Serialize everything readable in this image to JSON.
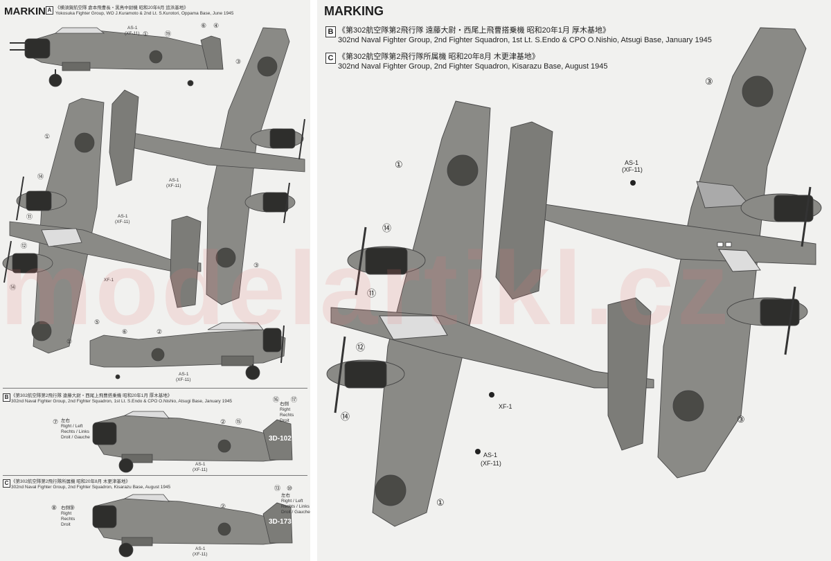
{
  "left": {
    "title": "MARKING",
    "a": {
      "letter": "A",
      "jp": "《横須賀航空隊 倉本飛曹長・黒鳥中尉機 昭和20年6月 追浜基地》",
      "en": "Yokosuka Fighter Group, WO J.Kuramoto & 2nd Lt. S.Kurotori, Oppama Base, June 1945"
    },
    "b": {
      "letter": "B",
      "jp": "《第302航空隊第2飛行隊 遠藤大尉・西尾上飛曹搭乗機 昭和20年1月 厚木基地》",
      "en": "302nd Naval Fighter Group, 2nd Fighter Squadron, 1st Lt. S.Endo & CPO O.Nishio, Atsugi Base, January 1945",
      "tail": "3D-102"
    },
    "c": {
      "letter": "C",
      "jp": "《第302航空隊第2飛行隊所属機 昭和20年8月 木更津基地》",
      "en": "302nd Naval Fighter Group, 2nd Fighter Squadron, Kisarazu Base, August 1945",
      "tail": "3D-173"
    },
    "side_labels": {
      "b_left": [
        "左右",
        "Right / Left",
        "Rechts / Links",
        "Droit / Gauche"
      ],
      "b_right": [
        "右側",
        "Right",
        "Rechts",
        "Droit"
      ],
      "c_left": [
        "右側",
        "Right",
        "Rechts",
        "Droit"
      ],
      "c_right": [
        "左右",
        "Right / Left",
        "Rechts / Links",
        "Droit / Gauche"
      ]
    }
  },
  "right": {
    "title": "MARKING",
    "b": {
      "letter": "B",
      "jp": "《第302航空隊第2飛行隊 遠藤大尉・西尾上飛曹搭乗機 昭和20年1月 厚木基地》",
      "en": "302nd Naval Fighter Group, 2nd Fighter Squadron, 1st Lt. S.Endo & CPO O.Nishio, Atsugi Base, January 1945"
    },
    "c": {
      "letter": "C",
      "jp": "《第302航空隊第2飛行隊所属機 昭和20年8月 木更津基地》",
      "en": "302nd Naval Fighter Group, 2nd Fighter Squadron, Kisarazu Base, August 1945"
    }
  },
  "paint_codes": {
    "as1": "AS-1",
    "xf11": "(XF-11)",
    "xf1": "XF-1"
  },
  "callouts": {
    "n1": "①",
    "n2": "②",
    "n3": "③",
    "n4": "④",
    "n5": "⑤",
    "n6": "⑥",
    "n7": "⑦",
    "n8": "⑧",
    "n9": "⑨",
    "n10": "⑩",
    "n11": "⑪",
    "n12": "⑫",
    "n13": "⑬",
    "n14": "⑭",
    "n15": "⑮",
    "n16": "⑯",
    "n17": "⑰",
    "n19": "⑲"
  },
  "watermark": "modelartikl.cz",
  "colors": {
    "aircraft": "#8a8a86",
    "aircraft_dark": "#5c5c58",
    "hinomaru": "#4a4a46",
    "engine": "#2e2e2c",
    "paper": "#f1f1ef"
  }
}
